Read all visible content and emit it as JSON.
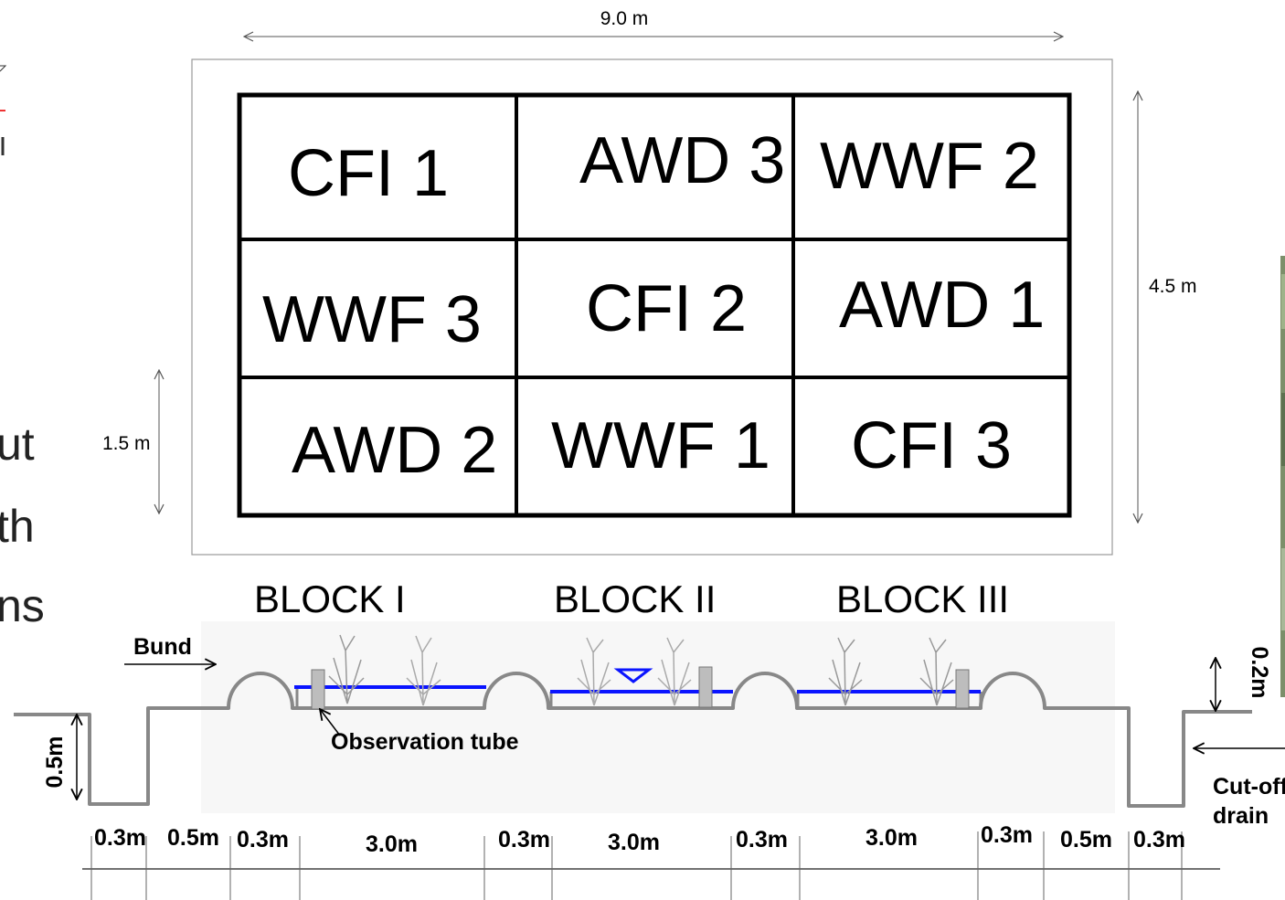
{
  "plan": {
    "width_label": "9.0 m",
    "height_label": "4.5 m",
    "row_label": "1.5 m",
    "plots": [
      [
        "CFI 1",
        "AWD 3",
        "WWF 2"
      ],
      [
        "WWF 3",
        "CFI 2",
        "AWD 1"
      ],
      [
        "AWD 2",
        "WWF 1",
        "CFI 3"
      ]
    ]
  },
  "blocks": [
    "BLOCK I",
    "BLOCK II",
    "BLOCK III"
  ],
  "section": {
    "bund_label": "Bund",
    "tube_label": "Observation tube",
    "cutoff_label_1": "Cut-off",
    "cutoff_label_2": "drain",
    "depth_label": "0.5m",
    "bund_height_label": "0.2m",
    "widths": [
      "0.3m",
      "0.5m",
      "0.3m",
      "3.0m",
      "0.3m",
      "3.0m",
      "0.3m",
      "3.0m",
      "0.3m",
      "0.5m",
      "0.3m"
    ]
  },
  "left_text_fragments": [
    "ut",
    "th",
    "ns"
  ]
}
